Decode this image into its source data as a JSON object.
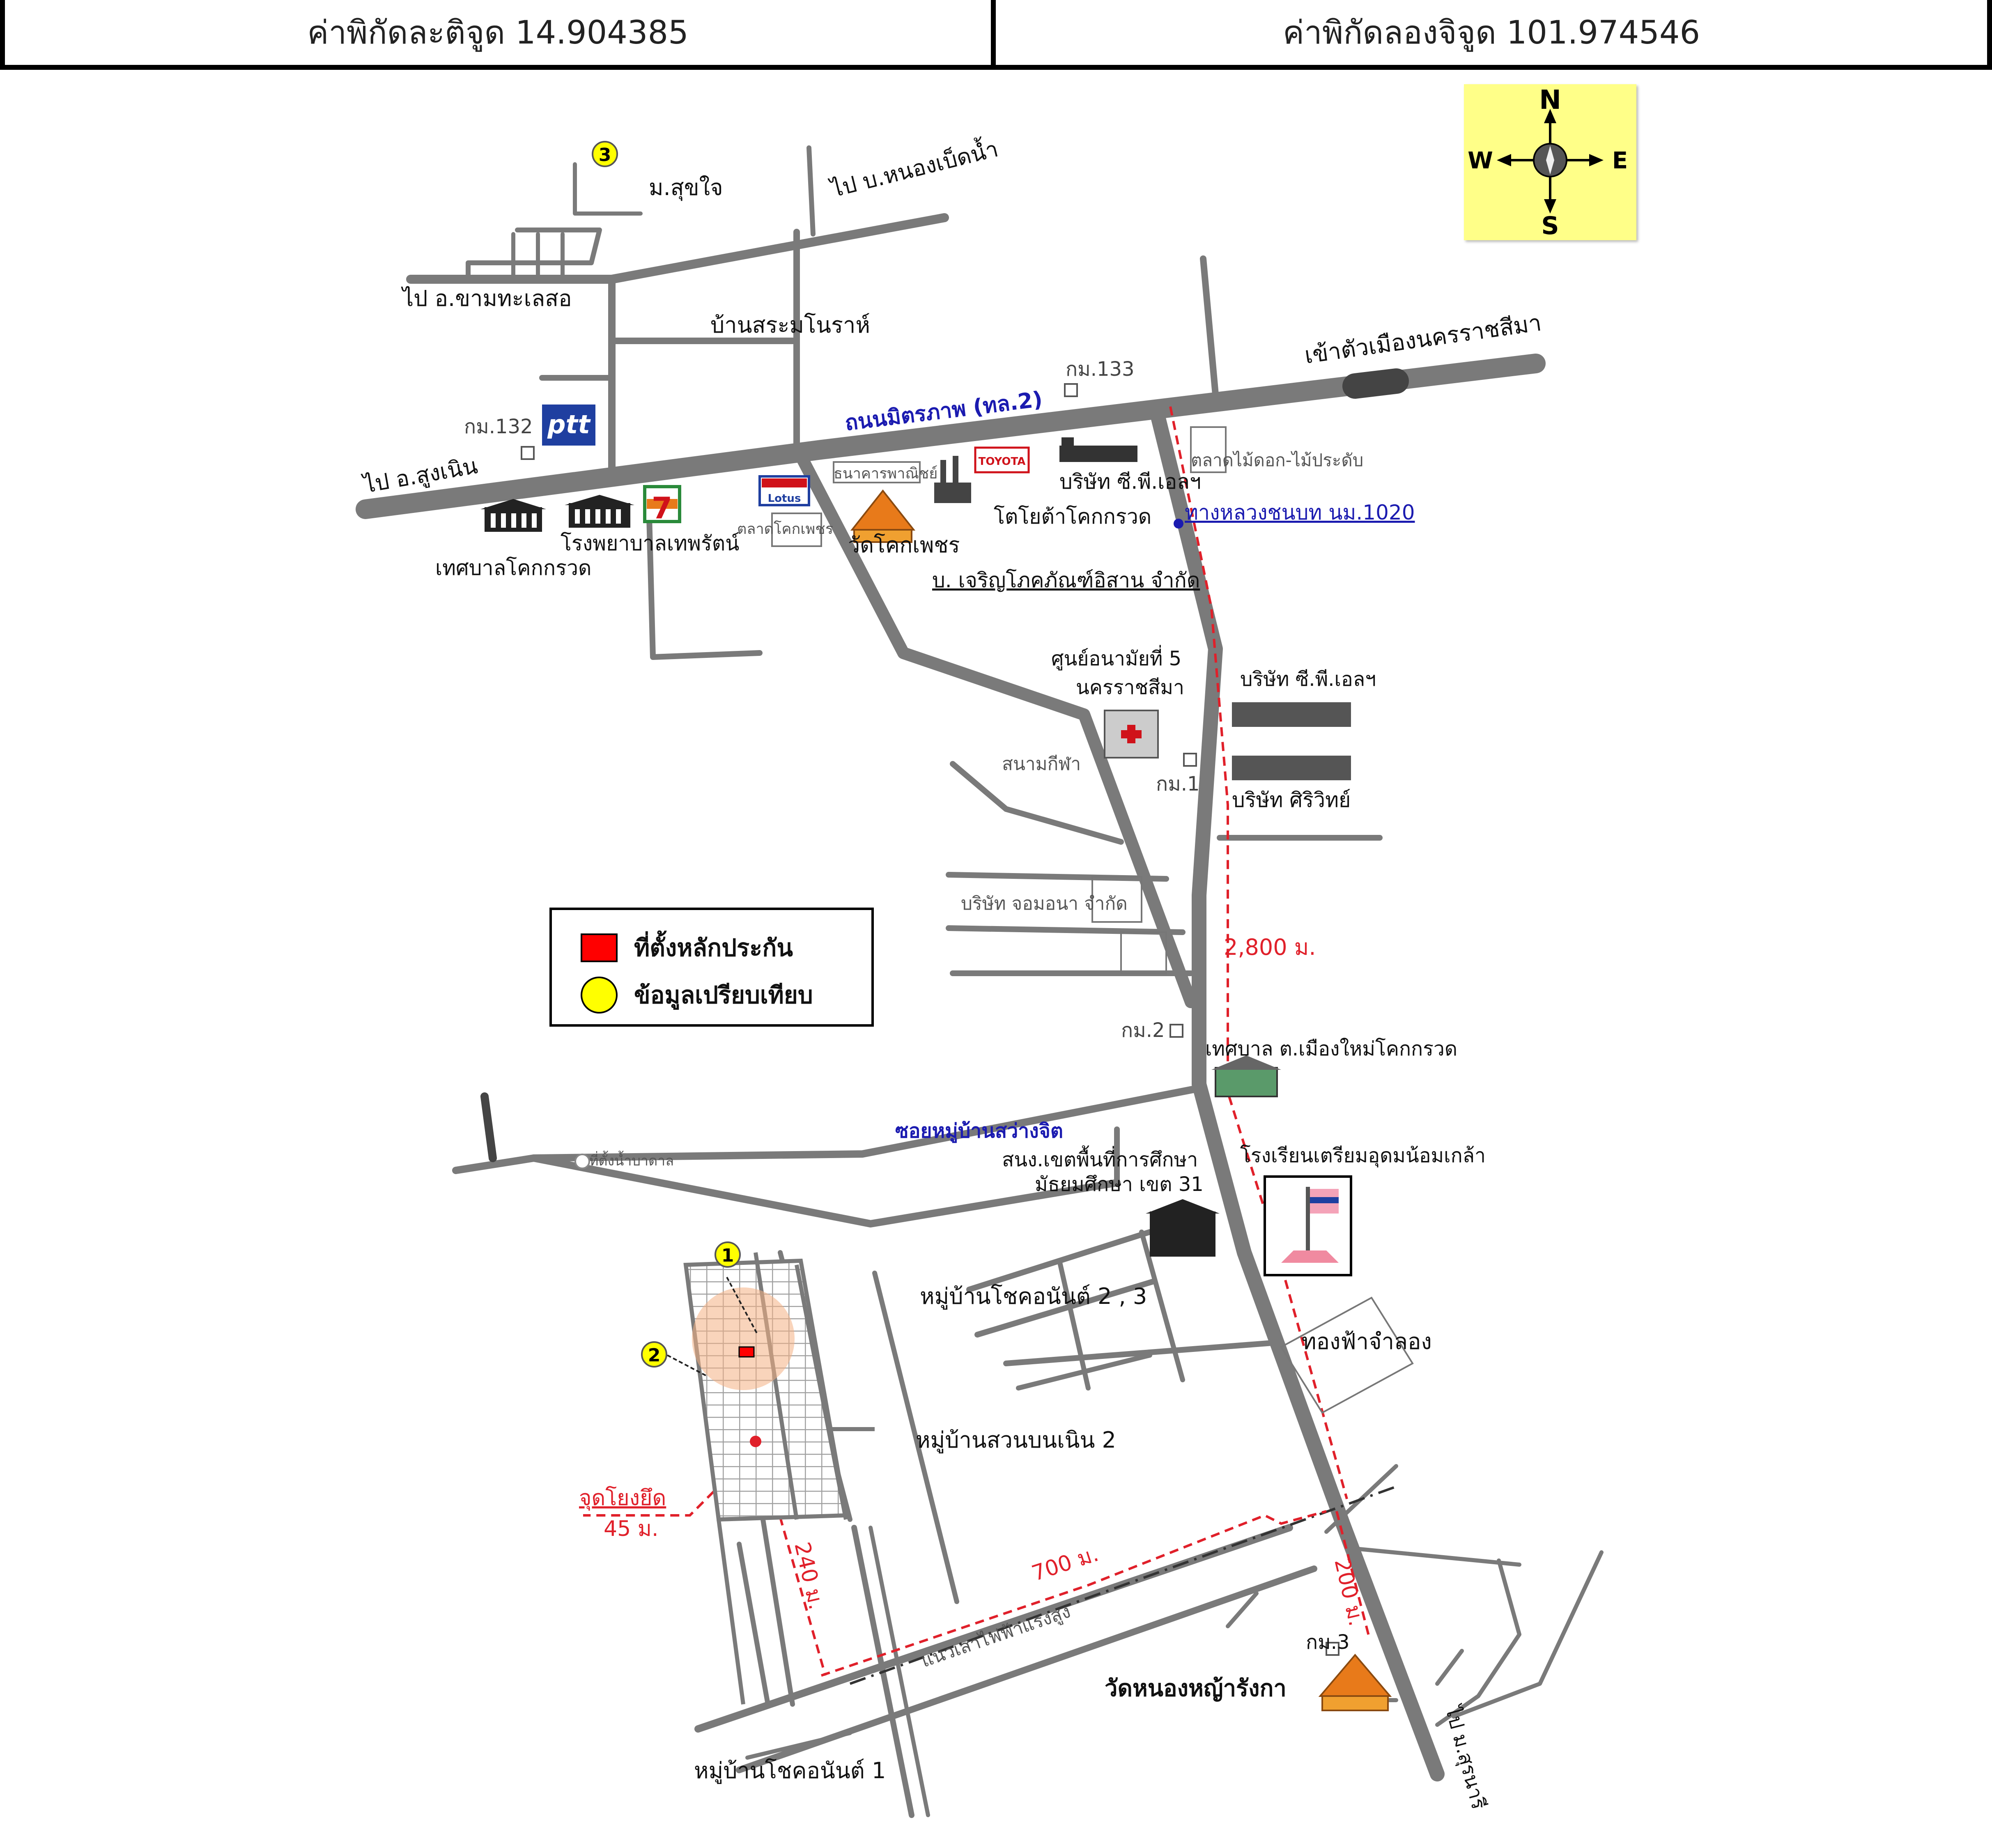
{
  "header": {
    "latitude_label": "ค่าพิกัดละติจูด 14.904385",
    "longitude_label": "ค่าพิกัดลองจิจูด 101.974546"
  },
  "compass": {
    "n": "N",
    "s": "S",
    "e": "E",
    "w": "W"
  },
  "legend": {
    "collateral": "ที่ตั้งหลักประกัน",
    "comparable": "ข้อมูลเปรียบเทียบ",
    "collateral_color": "#ff0000",
    "comparable_color": "#ffff00"
  },
  "colors": {
    "road": "#7a7a7a",
    "distance": "#e0202a",
    "road_name": "#1b1bb0"
  },
  "roads": {
    "mittraphap": "ถนนมิตรภาพ (ทล.2)",
    "rural_road": "ทางหลวงชนบท นม.1020",
    "soi_sawangchit": "ซอยหมู่บ้านสว่างจิต",
    "power_line": "แนวเสาไฟฟ้าแรงสูง"
  },
  "places": {
    "to_kham_thale_so": "ไป อ.ขามทะเลสอ",
    "to_sung_noen": "ไป อ.สูงเนิน",
    "to_nong_bet_nam": "ไป บ.หนองเบ็ดน้ำ",
    "to_city": "เข้าตัวเมืองนครราชสีมา",
    "to_sura": "ไป ม.สุรนารี",
    "m_sukjai": "ม.สุขใจ",
    "ban_sa_monrat": "บ้านสระมโนราห์",
    "km133": "กม.133",
    "km132": "กม.132",
    "km1": "กม.1",
    "km2": "กม.2",
    "km3": "กม.3",
    "ptt": "ptt",
    "seven_eleven": "7",
    "tesco": "Lotus",
    "bank": "ธนาคารพาณิชย์",
    "toyota_logo": "TOYOTA",
    "cp1": "บริษัท ซี.พี.เอลฯ",
    "flower_market": "ตลาดไม้ดอก-ไม้ประดับ",
    "toyota_dealer": "โตโยต้าโคกกรวด",
    "municipality": "เทศบาลโคกกรวด",
    "hospital": "โรงพยาบาลเทพรัตน์",
    "khok_phet_market": "ตลาดโคกเพชร",
    "wat_khok_phet": "วัดโคกเพชร",
    "charoen": "บ. เจริญโภคภัณฑ์อิสาน จำกัด",
    "health_center": "ศูนย์อนามัยที่ 5\nนครราชสีมา",
    "stadium": "สนามกีฬา",
    "cp2": "บริษัท ซี.พี.เอลฯ",
    "siriwit": "บริษัท ศิริวิทย์",
    "jomana": "บริษัท จอมอนา จำกัด",
    "muang_mai_municipality": "เทศบาล ต.เมืองใหม่โคกกรวด",
    "water_well": "ที่ตั้งน้ำบาดาล",
    "edu_office": "สนง.เขตพื้นที่การศึกษา\nมัธยมศึกษา เขต 31",
    "chulachomklao": "โรงเรียนเตรียมอุดมน้อมเกล้า",
    "village_chokanan_23": "หมู่บ้านโชคอนันต์ 2 , 3",
    "thong_fa": "ทองฟ้าจำลอง",
    "village_suan_bon_noen": "หมู่บ้านสวนบนเนิน 2",
    "village_chokanan_1": "หมู่บ้านโชคอนันต์ 1",
    "wat_nong_ya": "วัดหนองหญ้ารังกา"
  },
  "distances": {
    "d2800": "2,800 ม.",
    "d700": "700 ม.",
    "d240": "240 ม.",
    "d200": "200 ม.",
    "anchor_label": "จุดโยงยึด",
    "anchor_dist": "45 ม."
  },
  "markers": {
    "m1": "1",
    "m2": "2",
    "m3": "3"
  }
}
